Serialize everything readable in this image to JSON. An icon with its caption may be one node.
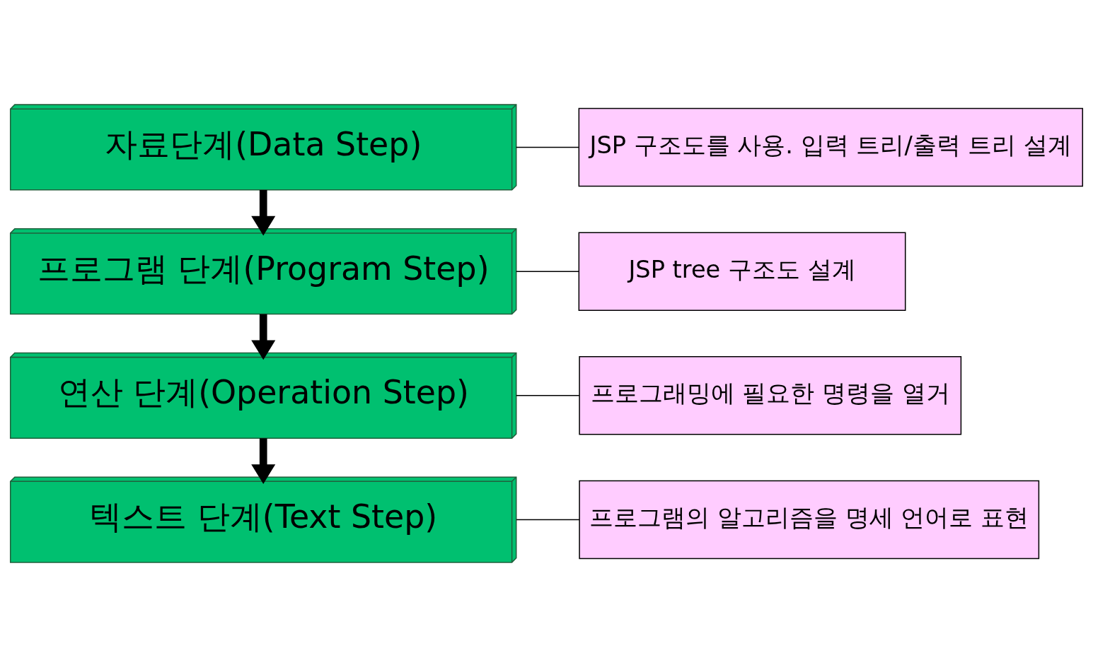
{
  "diagram": {
    "nodes": [
      {
        "text": [
          "자료단계(Data Step)"
        ]
      },
      {
        "text": [
          "프로그램 단계(Program Step)"
        ]
      },
      {
        "text": [
          "연산 단계(Operation Step)"
        ]
      },
      {
        "text": [
          "텍스트 단계(Text Step)"
        ]
      },
      {
        "text": [
          "JSP 구조도를 사용. 입력 트리/출력 트리 설계"
        ]
      },
      {
        "text": [
          "JSP tree 구조도 설계"
        ]
      },
      {
        "text": [
          "프로그래밍에 필요한 명령을 열거"
        ]
      },
      {
        "text": [
          "프로그램의 알고리즘을 명세 언어로 표현"
        ]
      }
    ],
    "edges": [
      {
        "from": 0,
        "to": 1,
        "arrow": "to",
        "style": "thick"
      },
      {
        "from": 1,
        "to": 2,
        "arrow": "to",
        "style": "thick"
      },
      {
        "from": 2,
        "to": 3,
        "arrow": "to",
        "style": "thick"
      },
      {
        "from": 0,
        "to": 4,
        "arrow": "none"
      },
      {
        "from": 1,
        "to": 5,
        "arrow": "none"
      },
      {
        "from": 2,
        "to": 6,
        "arrow": "none"
      },
      {
        "from": 3,
        "to": 7,
        "arrow": "none"
      }
    ]
  }
}
